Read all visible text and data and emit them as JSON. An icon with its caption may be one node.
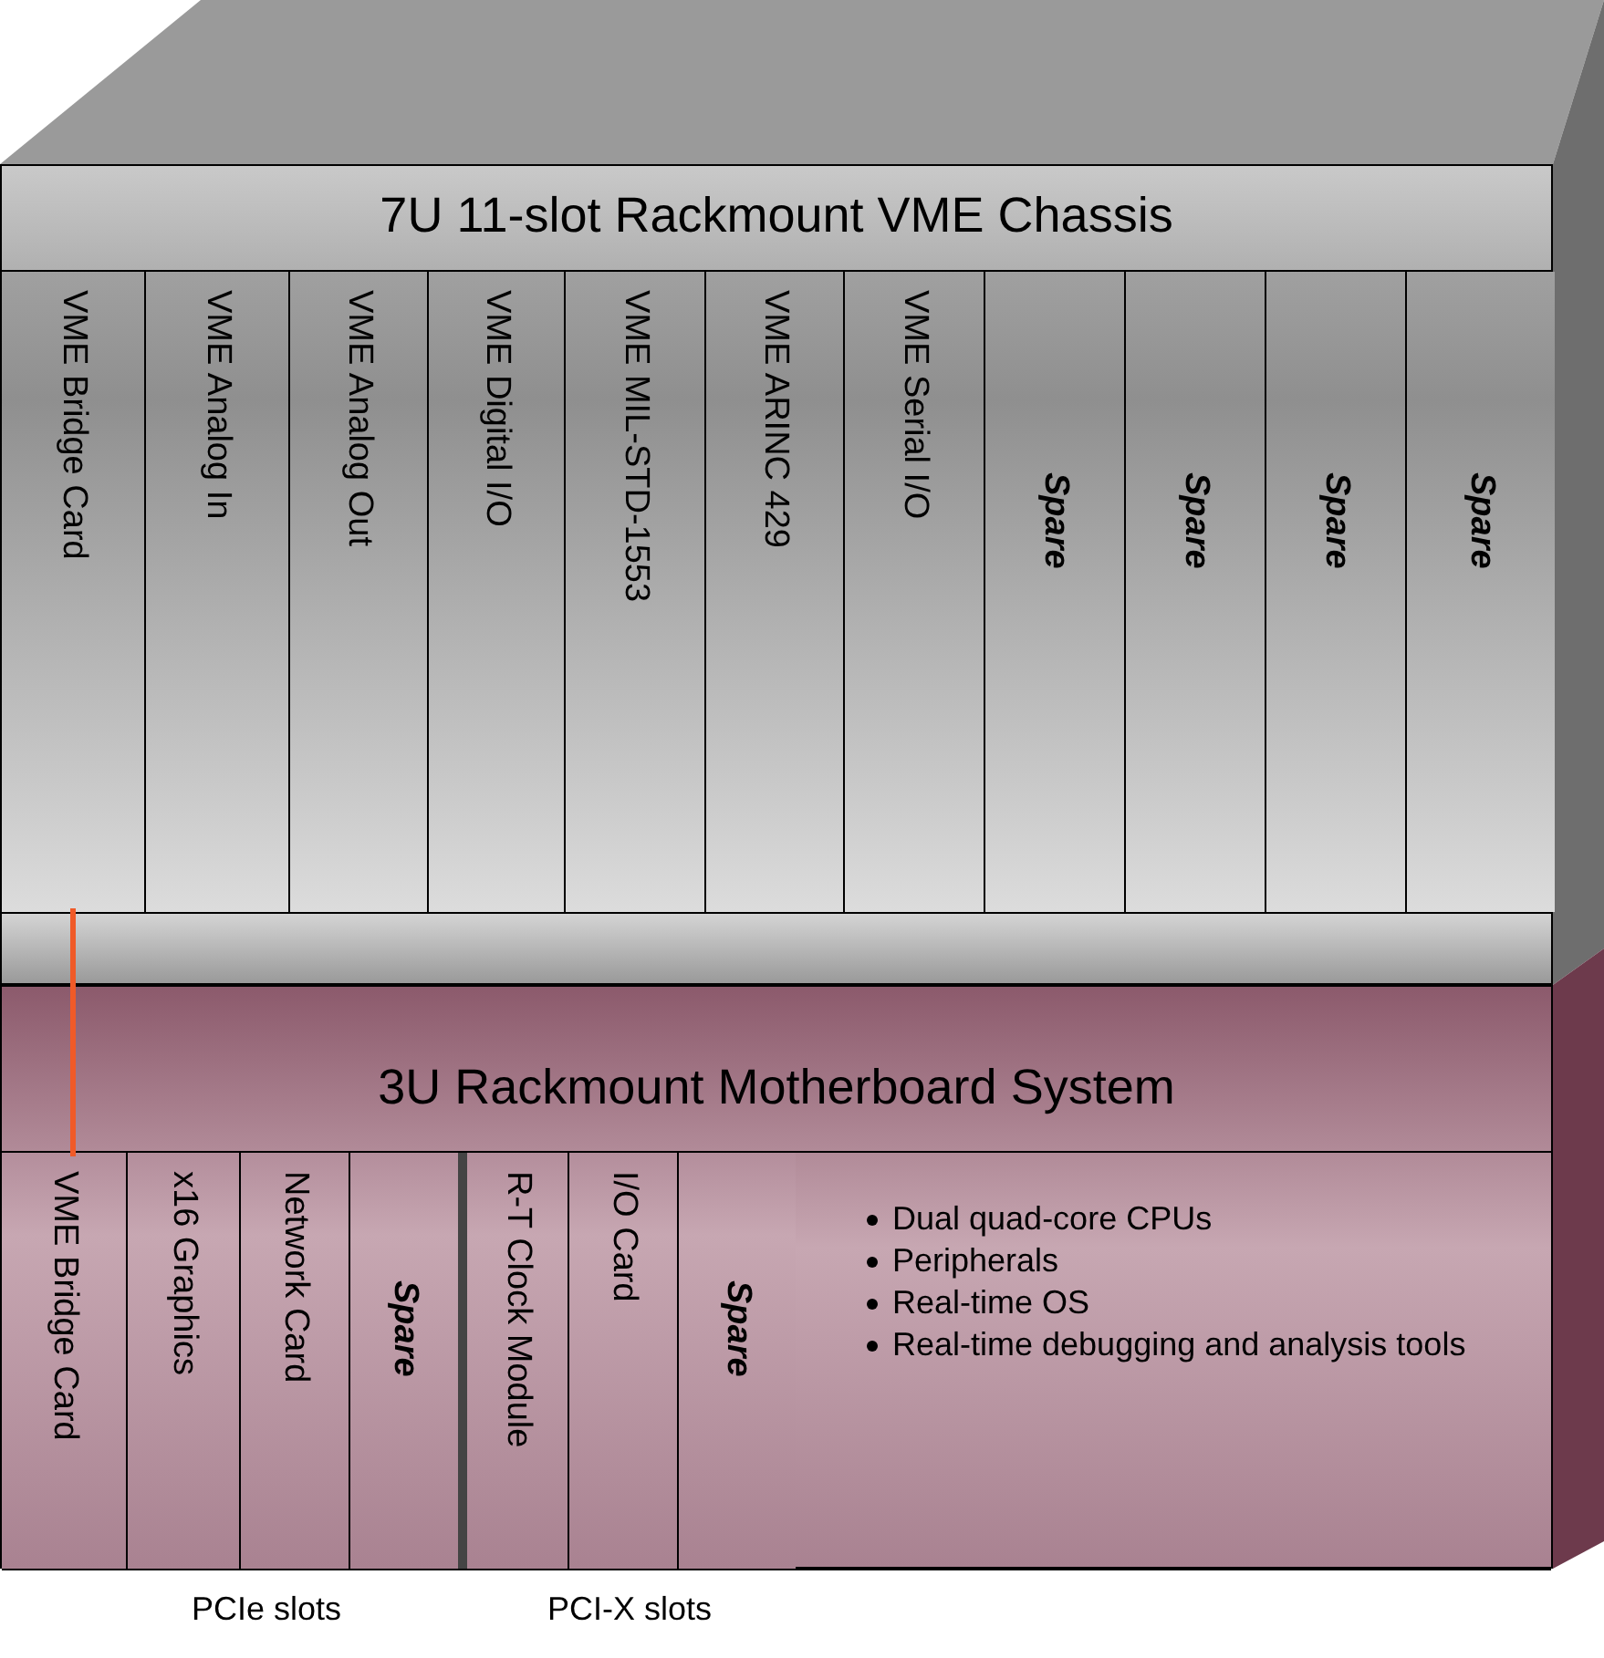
{
  "diagram": {
    "nodes": [
      {
        "text": [
          "7U 11-slot Rackmount VME Chassis"
        ]
      },
      {
        "text": [
          "VME Bridge Card"
        ],
        "in": 0
      },
      {
        "text": [
          "VME Analog In"
        ],
        "in": 0
      },
      {
        "text": [
          "VME Analog Out"
        ],
        "in": 0
      },
      {
        "text": [
          "VME Digital I/O"
        ],
        "in": 0
      },
      {
        "text": [
          "VME MIL-STD-1553"
        ],
        "in": 0
      },
      {
        "text": [
          "VME ARINC 429"
        ],
        "in": 0
      },
      {
        "text": [
          "VME Serial I/O"
        ],
        "in": 0
      },
      {
        "text": [
          "Spare"
        ],
        "in": 0
      },
      {
        "text": [
          "Spare"
        ],
        "in": 0
      },
      {
        "text": [
          "Spare"
        ],
        "in": 0
      },
      {
        "text": [
          "Spare"
        ],
        "in": 0
      },
      {
        "text": [
          "3U Rackmount Motherboard System",
          "Dual quad-core CPUs",
          "Peripherals",
          "Real-time OS",
          "Real-time debugging and analysis tools"
        ]
      },
      {
        "text": [
          "VME Bridge Card"
        ],
        "in": 12
      },
      {
        "text": [
          "x16 Graphics"
        ],
        "in": 12
      },
      {
        "text": [
          "Network Card"
        ],
        "in": 12
      },
      {
        "text": [
          "Spare"
        ],
        "in": 12
      },
      {
        "text": [
          "R-T Clock Module"
        ],
        "in": 12
      },
      {
        "text": [
          "I/O Card"
        ],
        "in": 12
      },
      {
        "text": [
          "Spare"
        ],
        "in": 12
      }
    ],
    "edges": [
      {
        "from": 1,
        "to": 13,
        "arrow": "none",
        "color": "#f05a28"
      }
    ],
    "labels": [
      "PCIe slots",
      "PCI-X slots"
    ]
  }
}
